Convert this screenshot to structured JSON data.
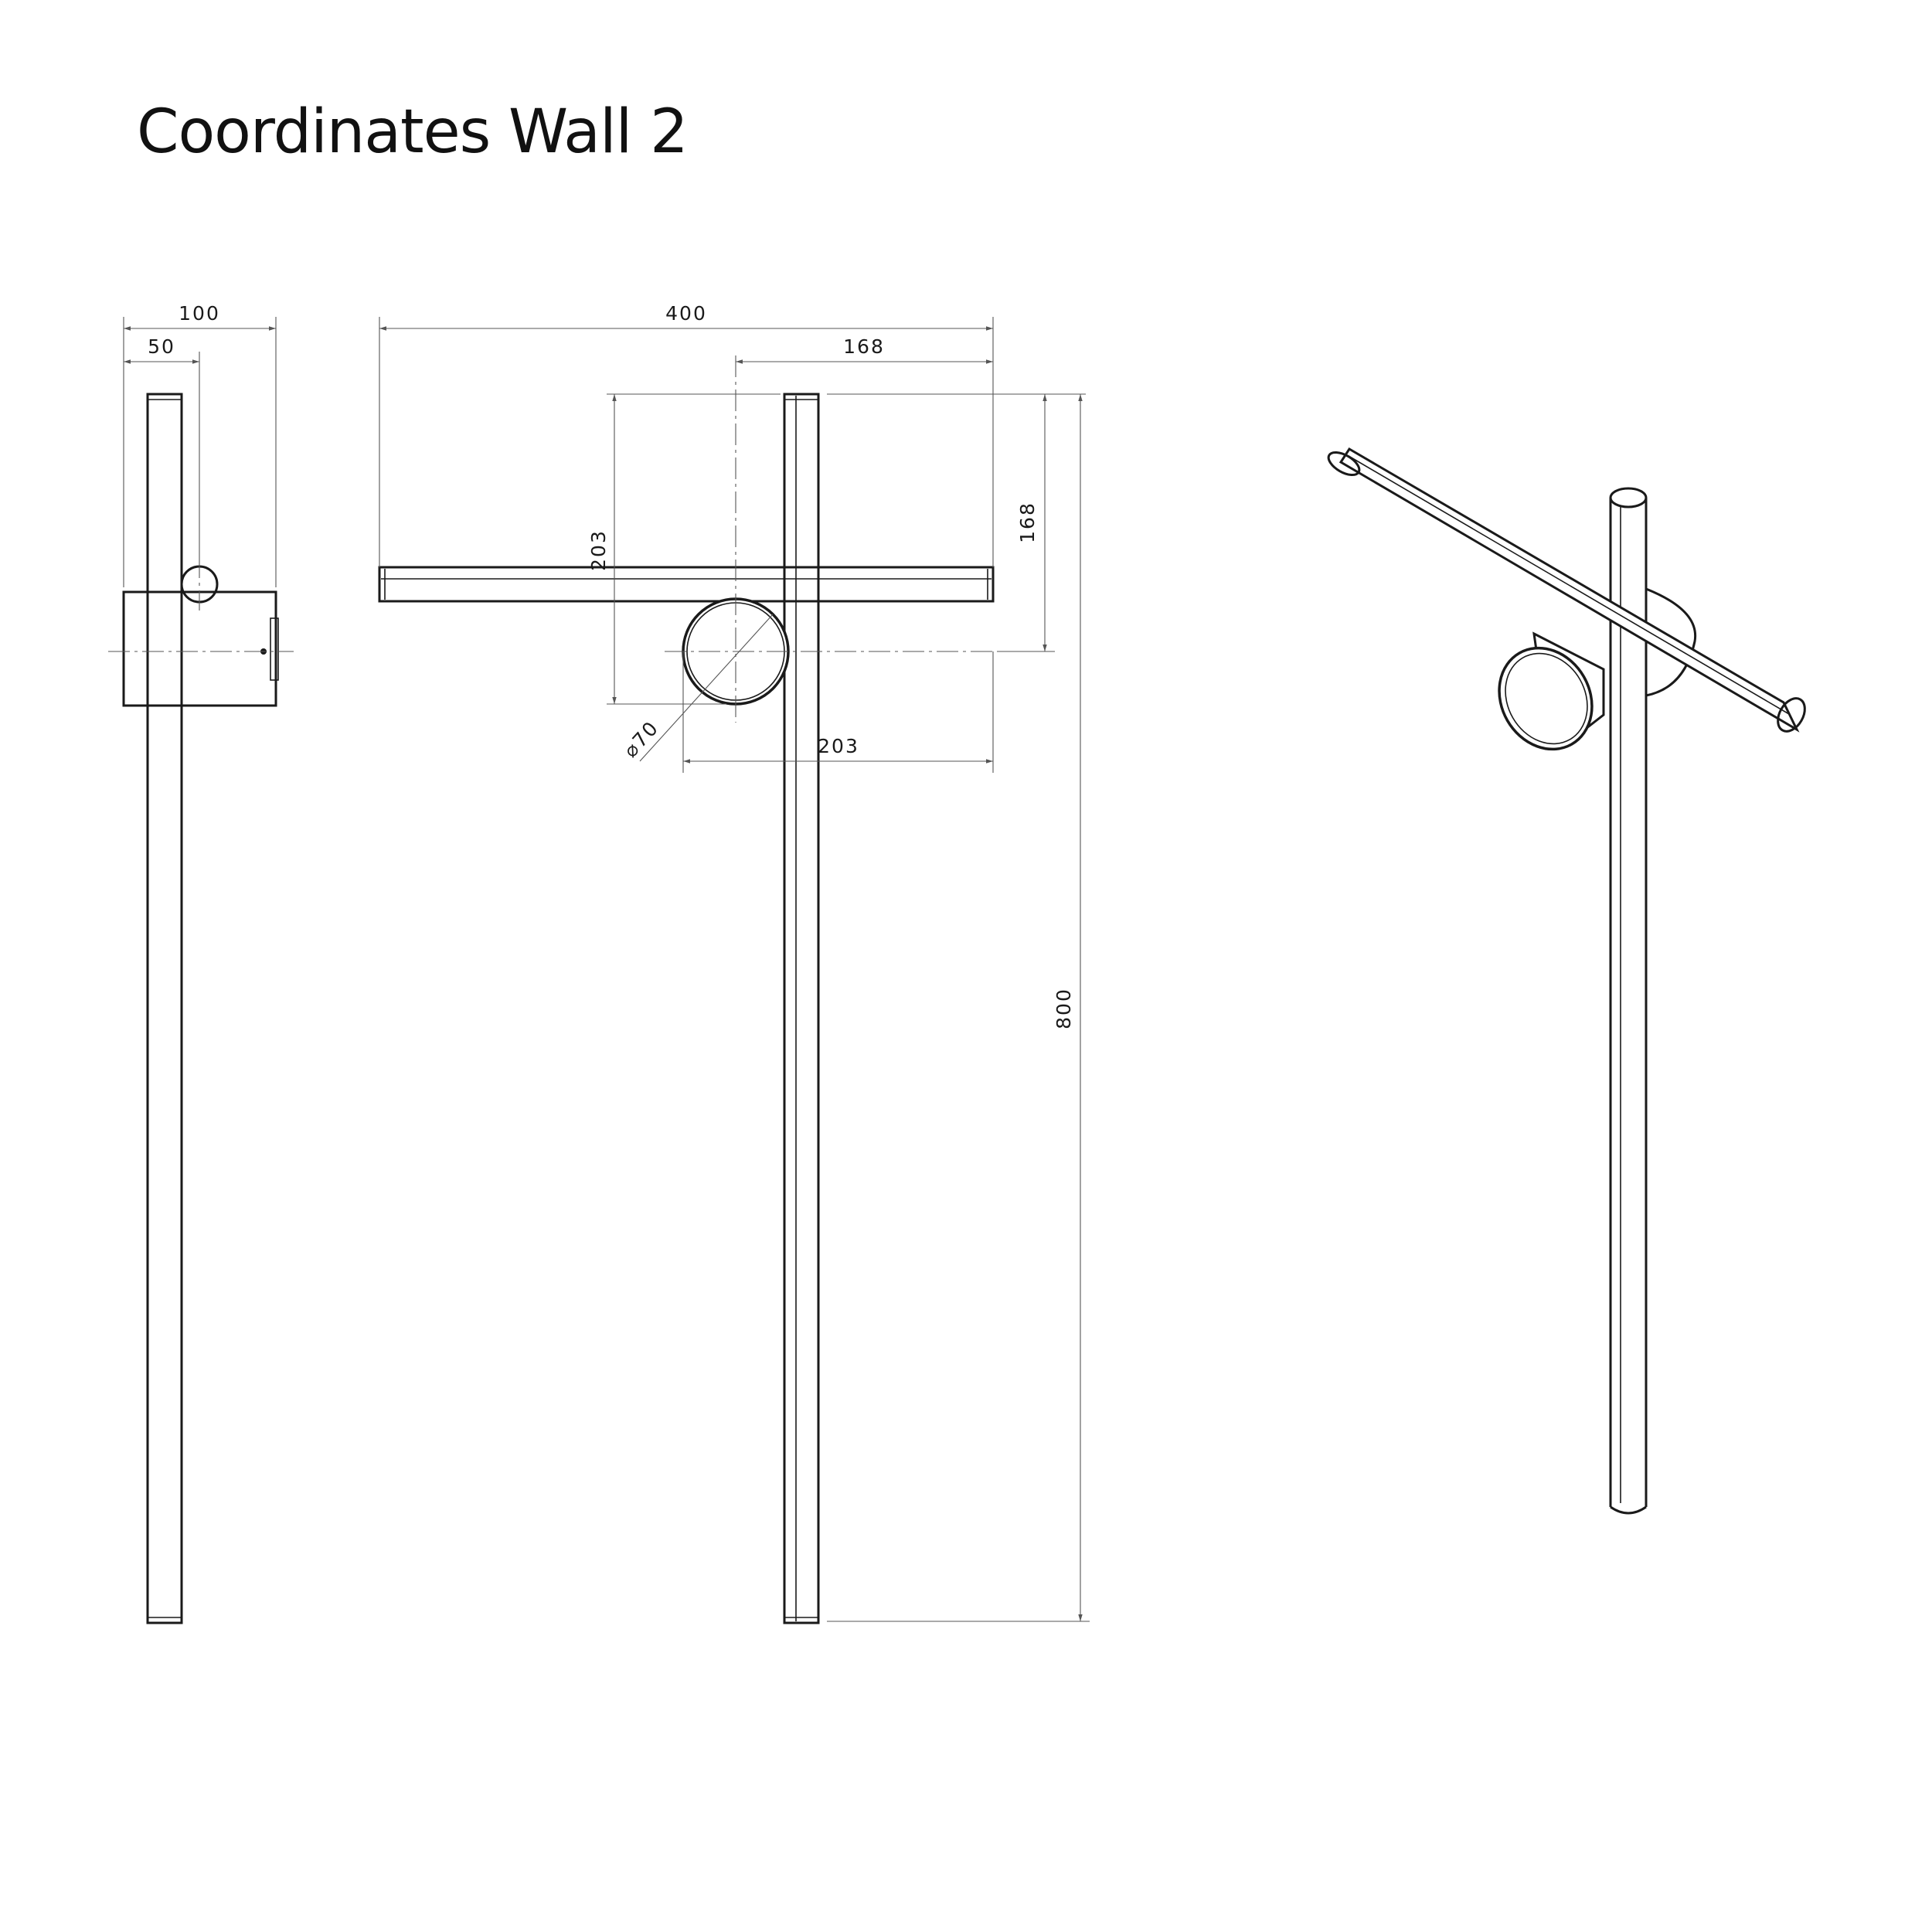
{
  "title": "Coordinates Wall 2",
  "dimensions": {
    "side_depth_total": "100",
    "side_depth_half": "50",
    "front_total_width": "400",
    "front_right_offset": "168",
    "front_arm_height": "203",
    "front_right_drop": "168",
    "front_total_height": "800",
    "front_disc_offset": "203",
    "disc_diameter": "⌀70"
  },
  "colors": {
    "line": "#1a1a1a",
    "dimension_line": "#555555",
    "background": "#ffffff"
  }
}
